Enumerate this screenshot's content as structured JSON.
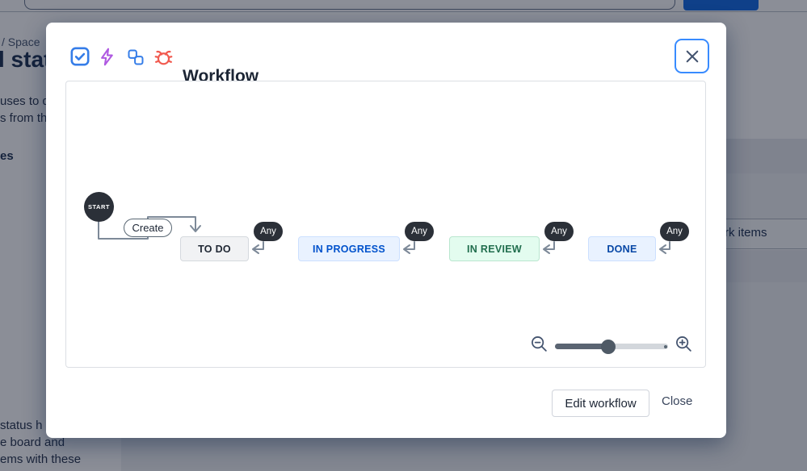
{
  "background": {
    "topbar": {
      "accent_button_color": "#0C66E4"
    },
    "left_column": {
      "breadcrumb": "/  Space",
      "heading": "l stat",
      "paragraph_line1": "uses to d",
      "paragraph_line2": "s from th",
      "section_label": "es",
      "bottom_line1": "status h",
      "bottom_line2": "e board and",
      "bottom_line3": "ems with these"
    },
    "table": {
      "header_partial": "rk items"
    }
  },
  "modal": {
    "title": "Workflow",
    "header_icons": [
      "task-icon",
      "lightning-icon",
      "subtask-icon",
      "bug-icon"
    ],
    "icon_colors": {
      "task": "#357DE8",
      "lightning": "#AF59E1",
      "subtask": "#357DE8",
      "bug": "#F15B50"
    },
    "close_button": "close",
    "diagram": {
      "start_label": "START",
      "create_label": "Create",
      "any_label": "Any",
      "edge_color": "#7d8998",
      "statuses": [
        {
          "label": "TO DO",
          "bg": "#F1F2F4",
          "border": "#d5d9de",
          "color": "#1f2733"
        },
        {
          "label": "IN PROGRESS",
          "bg": "#E9F2FF",
          "border": "#cce0ff",
          "color": "#0052CC"
        },
        {
          "label": "IN REVIEW",
          "bg": "#E3FCEF",
          "border": "#bae6cf",
          "color": "#216E4E"
        },
        {
          "label": "DONE",
          "bg": "#E9F2FF",
          "border": "#cce0ff",
          "color": "#0747A6"
        }
      ]
    },
    "footer": {
      "edit_label": "Edit workflow",
      "close_label": "Close"
    }
  }
}
